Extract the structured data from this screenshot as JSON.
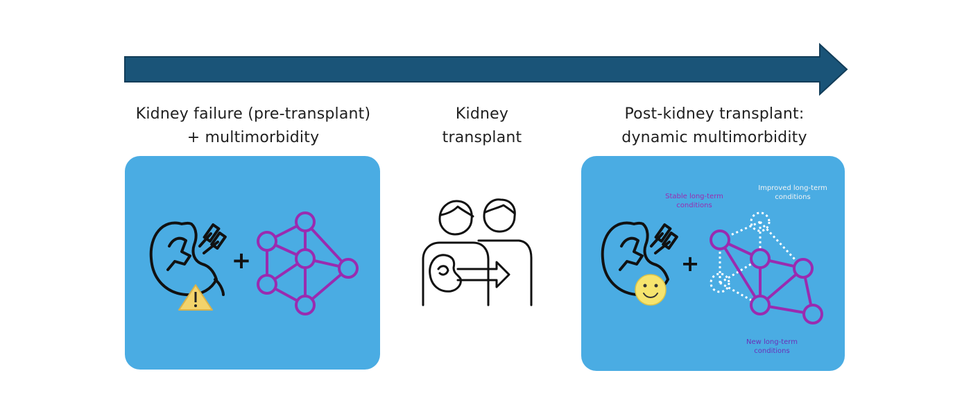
{
  "stages": [
    {
      "heading": [
        "Kidney failure (pre-transplant)",
        "+ multimorbidity"
      ]
    },
    {
      "heading": [
        "Kidney",
        "transplant"
      ]
    },
    {
      "heading": [
        "Post-kidney transplant:",
        "dynamic multimorbidity"
      ]
    }
  ],
  "annotations": {
    "stable": [
      "Stable long-term",
      "conditions"
    ],
    "improved": [
      "Improved long-term",
      "conditions"
    ],
    "new": [
      "New long-term",
      "conditions"
    ]
  },
  "plus_sign": "+",
  "colors": {
    "arrow": "#1a5478",
    "panel": "#4aace3",
    "network": "#9a2bb0",
    "warning": "#f3d36b",
    "smile": "#f6e46e"
  },
  "icons": [
    "kidney-icon",
    "warning-icon",
    "network-icon",
    "transplant-people-icon",
    "smiley-icon"
  ]
}
